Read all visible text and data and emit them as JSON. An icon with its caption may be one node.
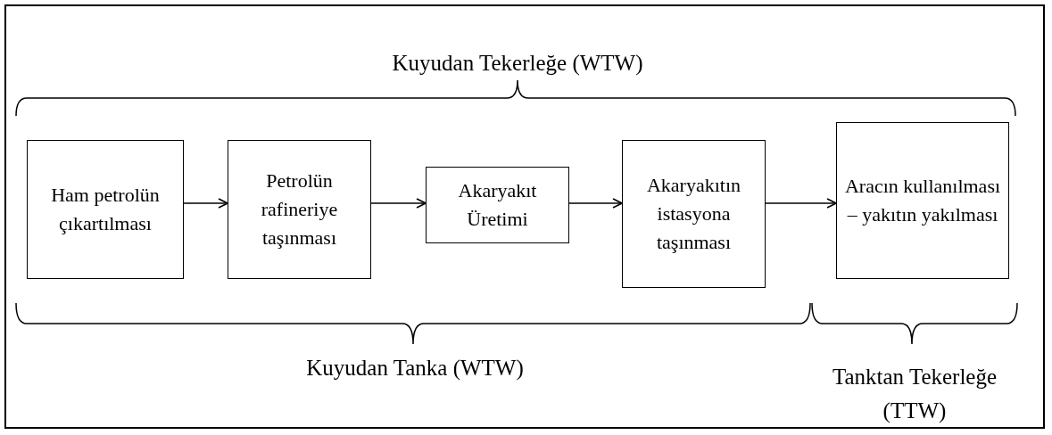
{
  "diagram": {
    "nodes": [
      {
        "text": [
          "Ham petrolün çıkartılması"
        ]
      },
      {
        "text": [
          "Petrolün rafineriye taşınması"
        ]
      },
      {
        "text": [
          "Akaryakıt Üretimi"
        ]
      },
      {
        "text": [
          "Akaryakıtın istasyona taşınması"
        ]
      },
      {
        "text": [
          "Aracın kullanılması – yakıtın yakılması"
        ]
      }
    ],
    "edges": [
      {
        "from": 0,
        "to": 1,
        "arrow": "to"
      },
      {
        "from": 1,
        "to": 2,
        "arrow": "to"
      },
      {
        "from": 2,
        "to": 3,
        "arrow": "to"
      },
      {
        "from": 3,
        "to": 4,
        "arrow": "to"
      }
    ],
    "labels": [
      "Kuyudan Tekerleğe (WTW)",
      "Kuyudan Tanka (WTW)",
      "Tanktan Tekerleğe (TTW)"
    ]
  }
}
